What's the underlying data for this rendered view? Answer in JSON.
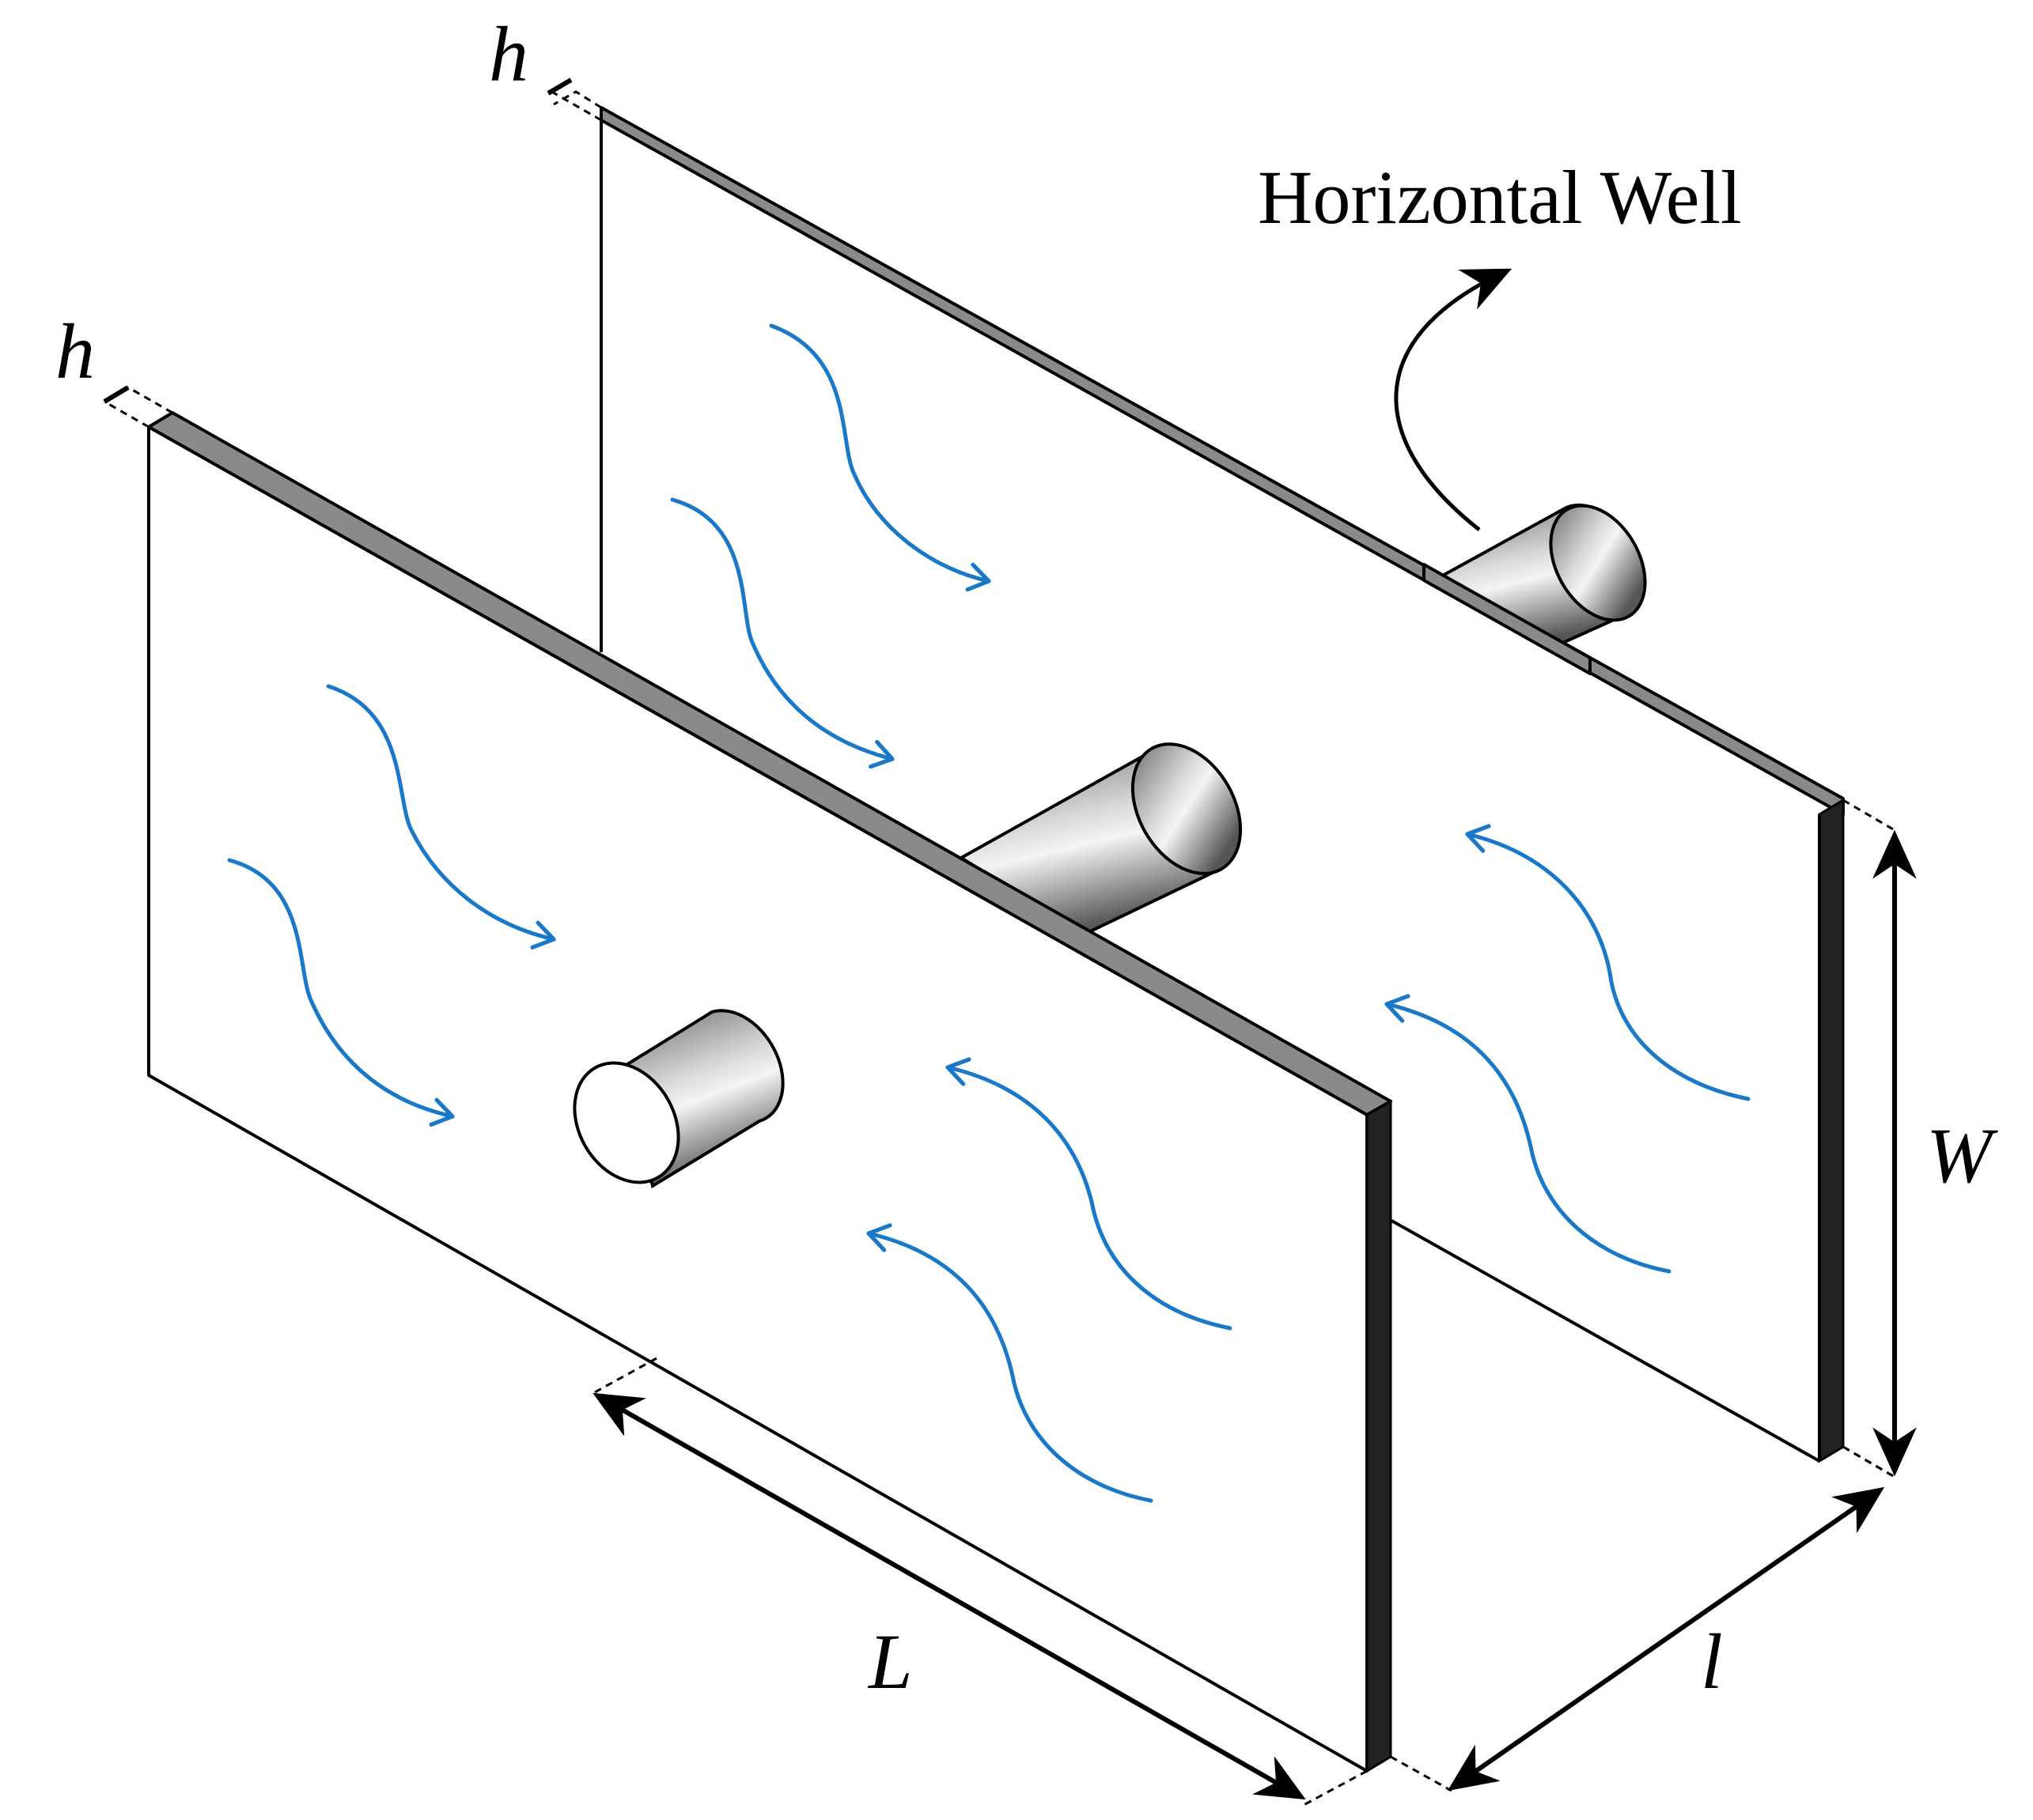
{
  "labels": {
    "horizontal_well": "Horizontal Well",
    "h_back": "h",
    "h_front": "h",
    "L": "L",
    "l": "l",
    "W": "W"
  },
  "colors": {
    "flow_arrow": "#1a78c8",
    "fracture_top_edge": "#8a8a8a",
    "fracture_side_edge": "#222222",
    "fracture_face": "#ffffff",
    "well_pipe_light": "#f2f2f2",
    "well_pipe_dark": "#5c5c5c",
    "line": "#000000"
  },
  "icons": {
    "dimension_arrow": "double-headed-arrow",
    "callout_arrow": "curved-arrow",
    "flow": "wavy-flow-arrow"
  }
}
